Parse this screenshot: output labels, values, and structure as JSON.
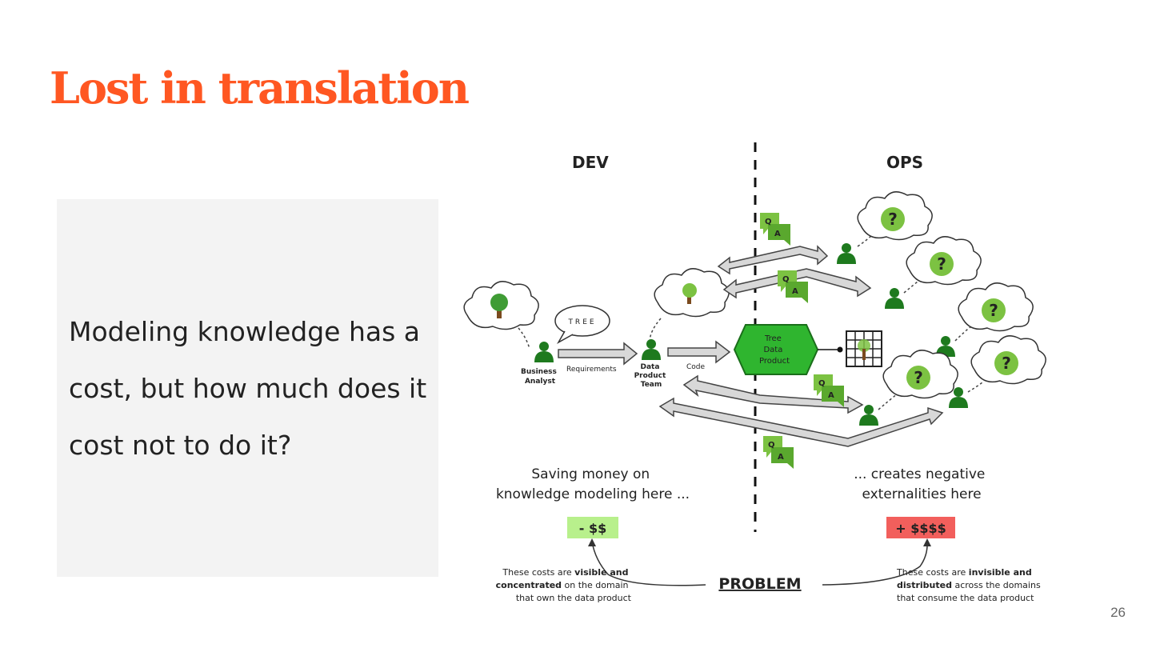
{
  "slide": {
    "title": "Lost in translation",
    "body_text": "Modeling knowledge has a cost, but how much does it cost not to do it?",
    "page_number": "26"
  },
  "diagram": {
    "dev_label": "DEV",
    "ops_label": "OPS",
    "business_analyst": [
      "Business",
      "Analyst"
    ],
    "requirements_label": "Requirements",
    "tree_bubble": "TREE",
    "data_product_team": [
      "Data",
      "Product",
      "Team"
    ],
    "code_label": "Code",
    "data_product": [
      "Tree",
      "Data",
      "Product"
    ],
    "qa_q": "Q",
    "qa_a": "A",
    "question_mark": "?",
    "left_caption": [
      "Saving money on",
      "knowledge modeling here ..."
    ],
    "right_caption": [
      "... creates negative",
      "externalities here"
    ],
    "left_cost": "- $$",
    "right_cost": "+ $$$$",
    "problem_label": "PROBLEM",
    "left_note": {
      "line1_pre": "These costs are ",
      "line1_bold": "visible and",
      "line2_bold": "concentrated",
      "line2_post": " on the domain",
      "line3": "that own the data product"
    },
    "right_note": {
      "line1_pre": "These costs are ",
      "line1_bold": "invisible and",
      "line2_bold": "distributed",
      "line2_post": " across the domains",
      "line3": "that consume the data product"
    }
  },
  "colors": {
    "title": "#ff5722",
    "panel_bg": "#f3f3f3",
    "person_green": "#1e7a1e",
    "hexagon_green": "#2fb52f",
    "qa_green": "#7cc242",
    "cost_positive_bg": "#b8f08c",
    "cost_negative_bg": "#f25f5c"
  }
}
